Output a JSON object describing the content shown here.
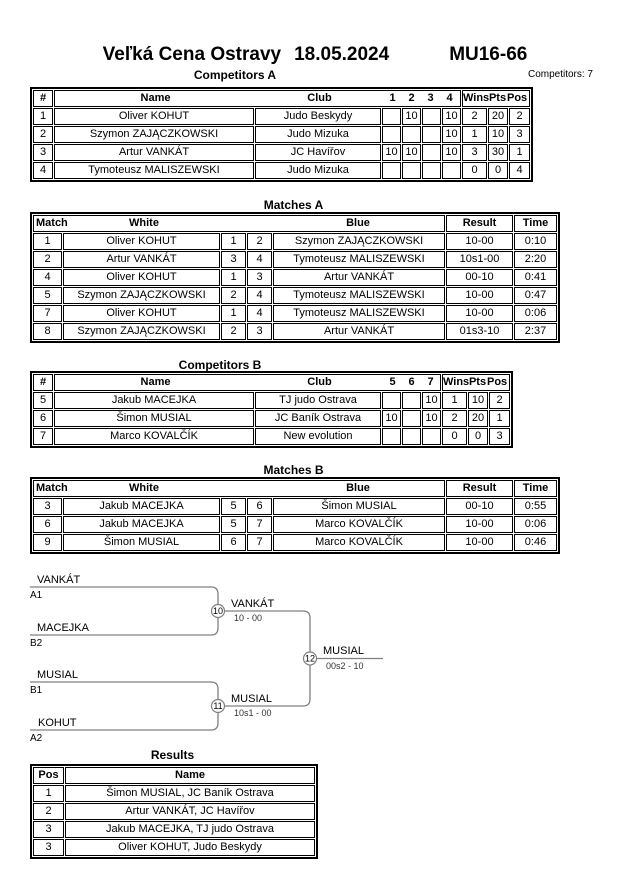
{
  "page": {
    "title_event": "Veľká Cena Ostravy",
    "title_date": "18.05.2024",
    "title_category": "MU16-66",
    "competitors_note": "Competitors: 7"
  },
  "colors": {
    "table_border": "#000000",
    "bracket_line": "#808080",
    "background": "#ffffff",
    "text": "#000000"
  },
  "competitors_a": {
    "section_title": "Competitors A",
    "headers": {
      "num": "#",
      "name": "Name",
      "club": "Club",
      "r1": "1",
      "r2": "2",
      "r3": "3",
      "r4": "4",
      "wins": "Wins",
      "pts": "Pts",
      "pos": "Pos"
    },
    "rows": [
      {
        "num": "1",
        "name": "Oliver KOHUT",
        "club": "Judo Beskydy",
        "r1": "",
        "r2": "10",
        "r3": "",
        "r4": "10",
        "wins": "2",
        "pts": "20",
        "pos": "2"
      },
      {
        "num": "2",
        "name": "Szymon ZAJĄCZKOWSKI",
        "club": "Judo Mizuka",
        "r1": "",
        "r2": "",
        "r3": "",
        "r4": "10",
        "wins": "1",
        "pts": "10",
        "pos": "3"
      },
      {
        "num": "3",
        "name": "Artur VANKÁT",
        "club": "JC Havířov",
        "r1": "10",
        "r2": "10",
        "r3": "",
        "r4": "10",
        "wins": "3",
        "pts": "30",
        "pos": "1"
      },
      {
        "num": "4",
        "name": "Tymoteusz MALISZEWSKI",
        "club": "Judo Mizuka",
        "r1": "",
        "r2": "",
        "r3": "",
        "r4": "",
        "wins": "0",
        "pts": "0",
        "pos": "4"
      }
    ]
  },
  "matches_a": {
    "section_title": "Matches A",
    "headers": {
      "match": "Match",
      "white": "White",
      "blue": "Blue",
      "result": "Result",
      "time": "Time"
    },
    "rows": [
      {
        "match": "1",
        "white": "Oliver KOHUT",
        "white_num": "1",
        "blue_num": "2",
        "blue": "Szymon ZAJĄCZKOWSKI",
        "result": "10-00",
        "time": "0:10"
      },
      {
        "match": "2",
        "white": "Artur VANKÁT",
        "white_num": "3",
        "blue_num": "4",
        "blue": "Tymoteusz MALISZEWSKI",
        "result": "10s1-00",
        "time": "2:20"
      },
      {
        "match": "4",
        "white": "Oliver KOHUT",
        "white_num": "1",
        "blue_num": "3",
        "blue": "Artur VANKÁT",
        "result": "00-10",
        "time": "0:41"
      },
      {
        "match": "5",
        "white": "Szymon ZAJĄCZKOWSKI",
        "white_num": "2",
        "blue_num": "4",
        "blue": "Tymoteusz MALISZEWSKI",
        "result": "10-00",
        "time": "0:47"
      },
      {
        "match": "7",
        "white": "Oliver KOHUT",
        "white_num": "1",
        "blue_num": "4",
        "blue": "Tymoteusz MALISZEWSKI",
        "result": "10-00",
        "time": "0:06"
      },
      {
        "match": "8",
        "white": "Szymon ZAJĄCZKOWSKI",
        "white_num": "2",
        "blue_num": "3",
        "blue": "Artur VANKÁT",
        "result": "01s3-10",
        "time": "2:37"
      }
    ]
  },
  "competitors_b": {
    "section_title": "Competitors B",
    "headers": {
      "num": "#",
      "name": "Name",
      "club": "Club",
      "r1": "5",
      "r2": "6",
      "r3": "7",
      "wins": "Wins",
      "pts": "Pts",
      "pos": "Pos"
    },
    "rows": [
      {
        "num": "5",
        "name": "Jakub MACEJKA",
        "club": "TJ judo Ostrava",
        "r1": "",
        "r2": "",
        "r3": "10",
        "wins": "1",
        "pts": "10",
        "pos": "2"
      },
      {
        "num": "6",
        "name": "Šimon MUSIAL",
        "club": "JC Baník Ostrava",
        "r1": "10",
        "r2": "",
        "r3": "10",
        "wins": "2",
        "pts": "20",
        "pos": "1"
      },
      {
        "num": "7",
        "name": "Marco KOVALČÍK",
        "club": "New evolution",
        "r1": "",
        "r2": "",
        "r3": "",
        "wins": "0",
        "pts": "0",
        "pos": "3"
      }
    ]
  },
  "matches_b": {
    "section_title": "Matches B",
    "headers": {
      "match": "Match",
      "white": "White",
      "blue": "Blue",
      "result": "Result",
      "time": "Time"
    },
    "rows": [
      {
        "match": "3",
        "white": "Jakub MACEJKA",
        "white_num": "5",
        "blue_num": "6",
        "blue": "Šimon MUSIAL",
        "result": "00-10",
        "time": "0:55"
      },
      {
        "match": "6",
        "white": "Jakub MACEJKA",
        "white_num": "5",
        "blue_num": "7",
        "blue": "Marco KOVALČÍK",
        "result": "10-00",
        "time": "0:06"
      },
      {
        "match": "9",
        "white": "Šimon MUSIAL",
        "white_num": "6",
        "blue_num": "7",
        "blue": "Marco KOVALČÍK",
        "result": "10-00",
        "time": "0:46"
      }
    ]
  },
  "bracket": {
    "slot_1": {
      "name": "VANKÁT",
      "seed": "A1"
    },
    "slot_2": {
      "name": "MACEJKA",
      "seed": "B2"
    },
    "slot_3": {
      "name": "MUSIAL",
      "seed": "B1"
    },
    "slot_4": {
      "name": "KOHUT",
      "seed": "A2"
    },
    "semifinal_1": {
      "match_no": "10",
      "winner": "VANKÁT",
      "result": "10 - 00"
    },
    "semifinal_2": {
      "match_no": "11",
      "winner": "MUSIAL",
      "result": "10s1 - 00"
    },
    "final": {
      "match_no": "12",
      "winner": "MUSIAL",
      "result": "00s2 - 10"
    }
  },
  "results": {
    "section_title": "Results",
    "headers": {
      "pos": "Pos",
      "name": "Name"
    },
    "rows": [
      {
        "pos": "1",
        "name": "Šimon MUSIAL, JC Baník Ostrava"
      },
      {
        "pos": "2",
        "name": "Artur VANKÁT, JC Havířov"
      },
      {
        "pos": "3",
        "name": "Jakub MACEJKA, TJ judo Ostrava"
      },
      {
        "pos": "3",
        "name": "Oliver KOHUT, Judo Beskydy"
      }
    ]
  }
}
